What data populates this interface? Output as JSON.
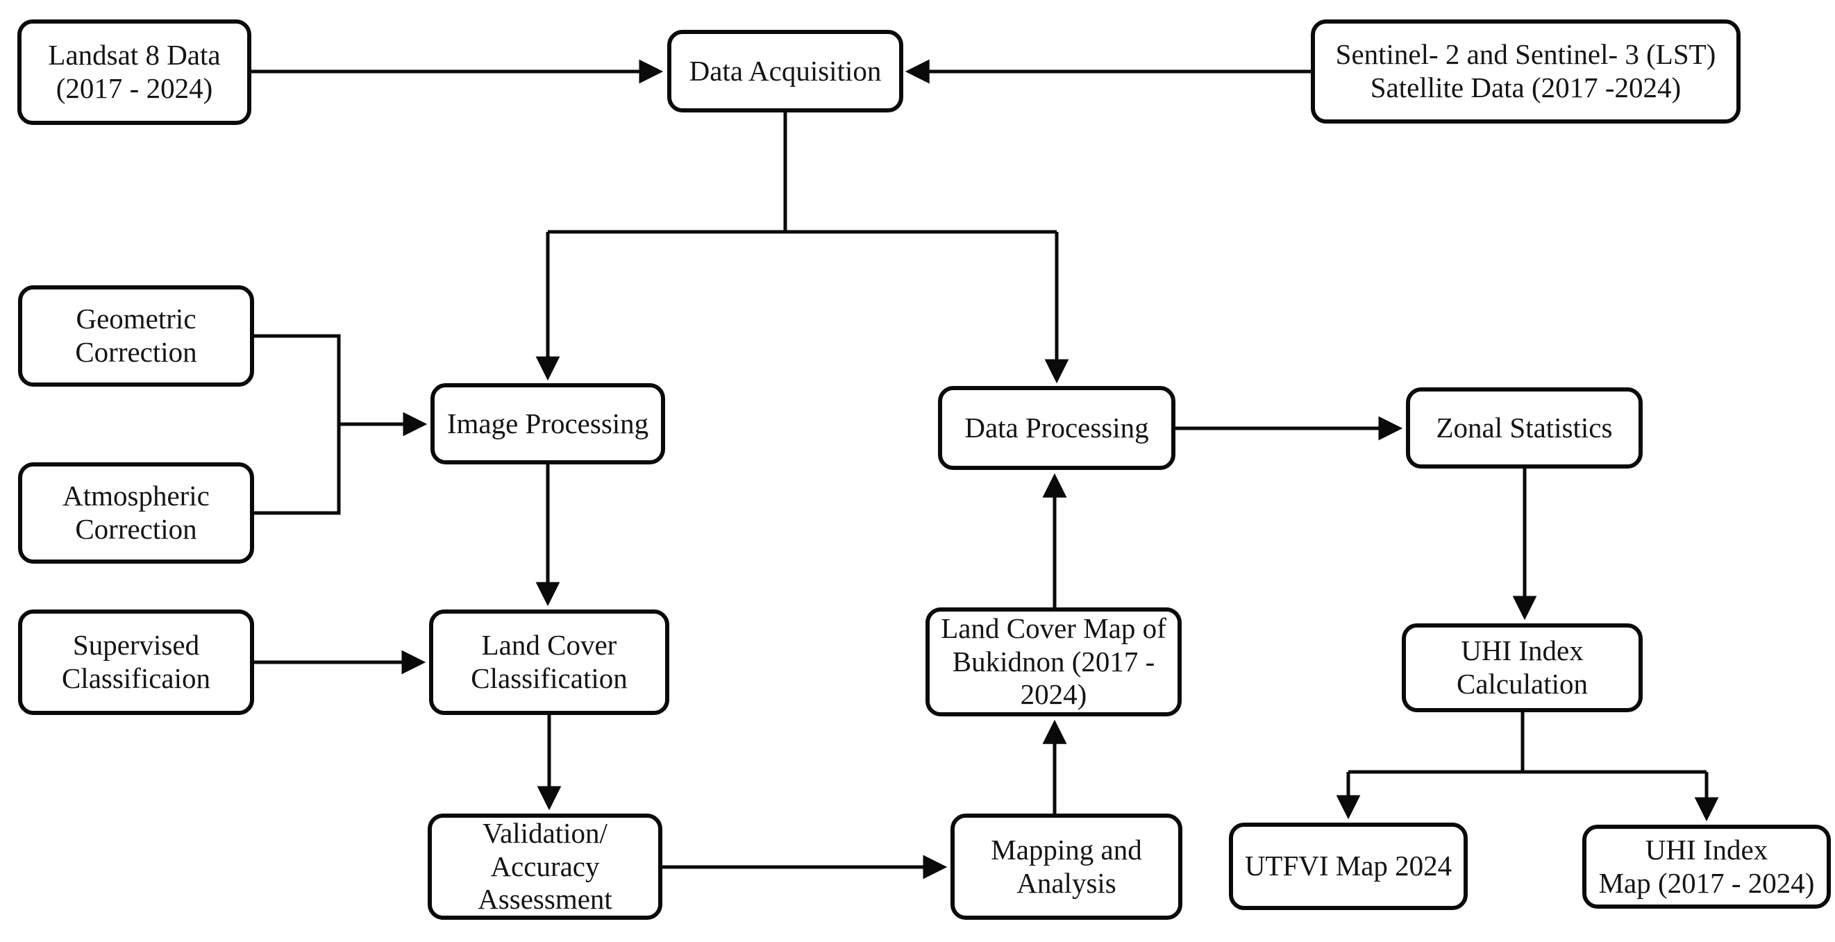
{
  "diagram": {
    "description": "Methodology flowchart for satellite data processing and UHI analysis",
    "colors": {
      "line": "#0a0a0a",
      "node_fill": "#ffffff",
      "node_border": "#0a0a0a"
    },
    "nodes": {
      "landsat": "Landsat 8 Data\n(2017 - 2024)",
      "data_acquisition": "Data Acquisition",
      "sentinel": "Sentinel- 2 and Sentinel- 3 (LST)\nSatellite Data (2017 -2024)",
      "geometric": "Geometric\nCorrection",
      "atmospheric": "Atmospheric\nCorrection",
      "image_processing": "Image Processing",
      "data_processing": "Data Processing",
      "zonal_statistics": "Zonal Statistics",
      "supervised": "Supervised\nClassificaion",
      "land_cover_classification": "Land Cover\nClassification",
      "land_cover_map": "Land Cover Map of\nBukidnon (2017 -\n2024)",
      "uhi_calculation": "UHI Index\nCalculation",
      "validation": "Validation/\nAccuracy\nAssessment",
      "mapping": "Mapping and\nAnalysis",
      "utfvi": "UTFVI Map 2024",
      "uhi_map": "UHI Index\nMap (2017 - 2024)"
    },
    "edges": [
      {
        "from": "landsat",
        "to": "data_acquisition"
      },
      {
        "from": "sentinel",
        "to": "data_acquisition"
      },
      {
        "from": "data_acquisition",
        "to": "image_processing"
      },
      {
        "from": "data_acquisition",
        "to": "data_processing"
      },
      {
        "from": "geometric",
        "to": "image_processing"
      },
      {
        "from": "atmospheric",
        "to": "image_processing"
      },
      {
        "from": "image_processing",
        "to": "land_cover_classification"
      },
      {
        "from": "supervised",
        "to": "land_cover_classification"
      },
      {
        "from": "land_cover_classification",
        "to": "validation"
      },
      {
        "from": "validation",
        "to": "mapping"
      },
      {
        "from": "mapping",
        "to": "land_cover_map"
      },
      {
        "from": "land_cover_map",
        "to": "data_processing"
      },
      {
        "from": "data_processing",
        "to": "zonal_statistics"
      },
      {
        "from": "zonal_statistics",
        "to": "uhi_calculation"
      },
      {
        "from": "uhi_calculation",
        "to": "utfvi"
      },
      {
        "from": "uhi_calculation",
        "to": "uhi_map"
      }
    ]
  }
}
